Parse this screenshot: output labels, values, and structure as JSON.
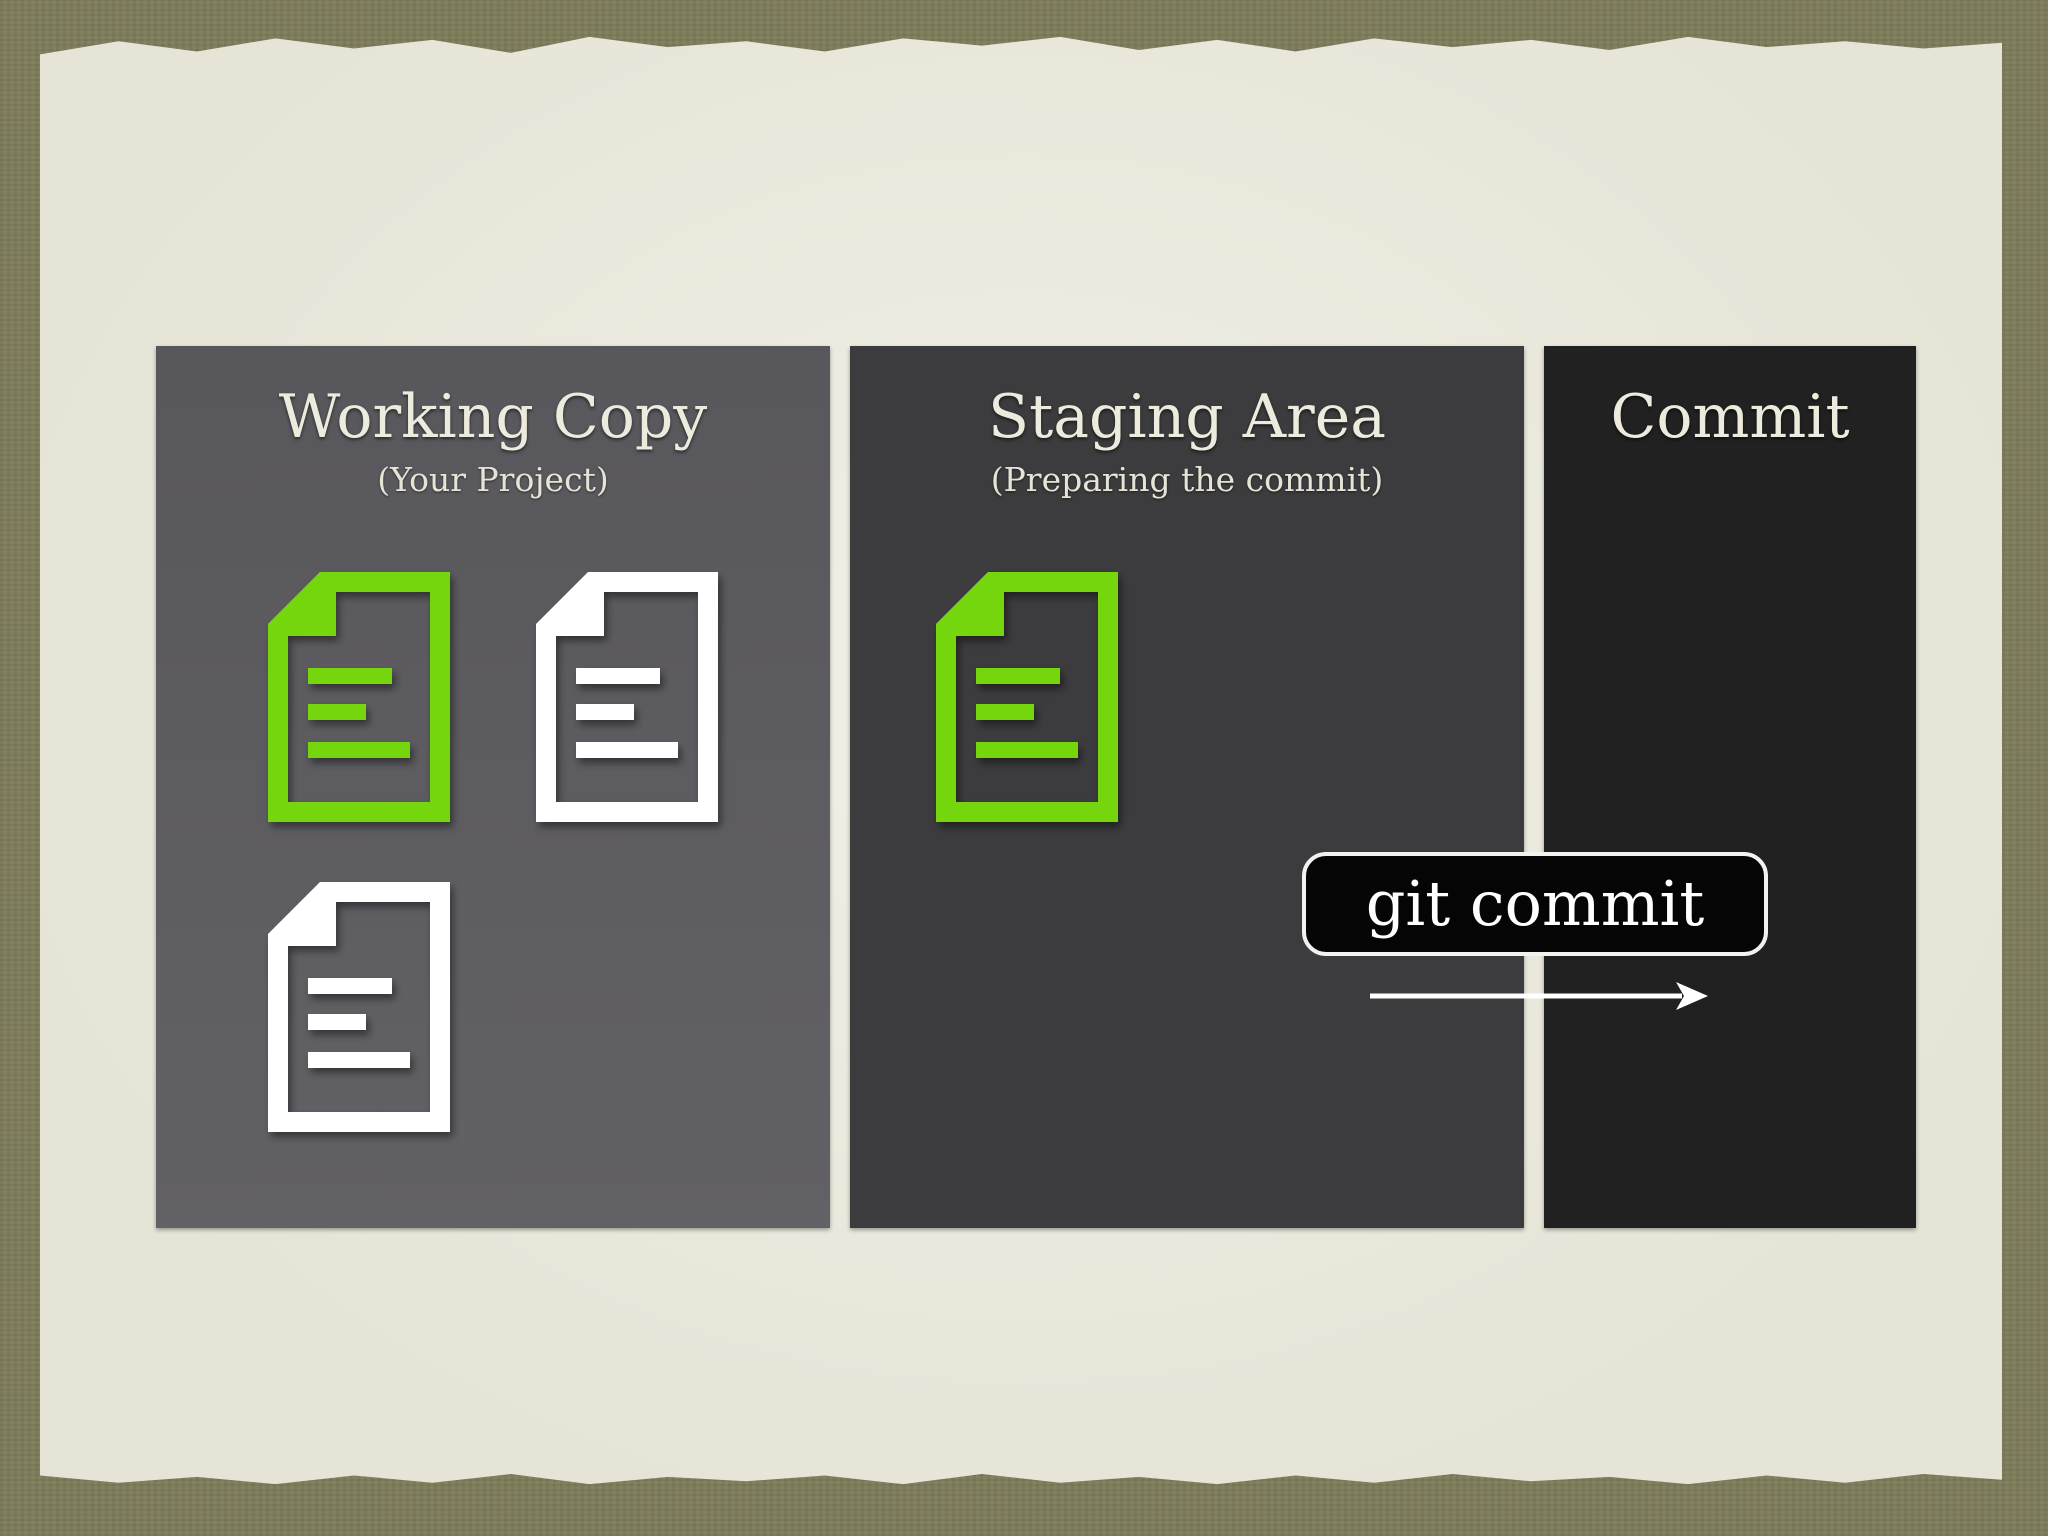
{
  "columns": {
    "working": {
      "title": "Working Copy",
      "subtitle": "(Your Project)"
    },
    "staging": {
      "title": "Staging Area",
      "subtitle": "(Preparing the commit)"
    },
    "commit": {
      "title": "Commit"
    }
  },
  "command": "git commit",
  "colors": {
    "background": "#7d7c5a",
    "paper": "#edebdd",
    "working_panel": "#5a595d",
    "staging_panel": "#3c3b3d",
    "commit_panel": "#222122",
    "staged_file": "#76d60c",
    "unstaged_file": "#ffffff"
  },
  "icons": {
    "staged_file": "document-icon-green",
    "unstaged_file": "document-icon-white",
    "arrow": "right-arrow-icon"
  }
}
